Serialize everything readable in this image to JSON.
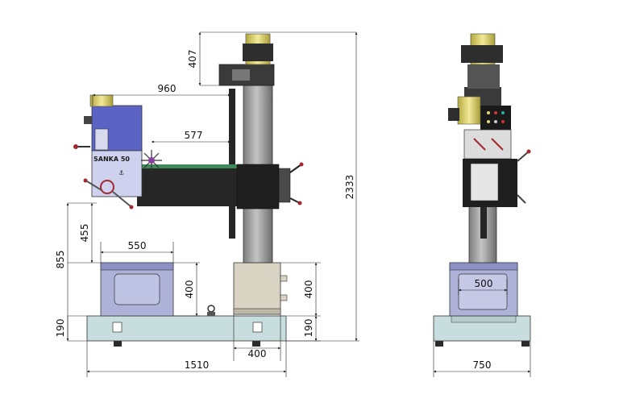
{
  "brand": {
    "label": "SANKA 50"
  },
  "dimensions": {
    "head_to_top": "407",
    "arm_reach_max": "960",
    "arm_reach_min": "577",
    "overall_height": "2333",
    "spindle_to_table": "455",
    "table_top_height": "855",
    "table_length": "550",
    "table_height": "400",
    "base_height_left": "190",
    "base_height_right": "190",
    "column_box_height": "400",
    "column_box_width": "400",
    "base_length": "1510",
    "side_table_width": "500",
    "side_base_width": "750"
  },
  "colors": {
    "base": "#c8dddd",
    "table": "#aeb2d8",
    "head": "#5b63c4",
    "head_light": "#cfd2ee",
    "motor": "#e2d977",
    "column": "#9c9c9c",
    "column_box": "#d8d3c2",
    "arm": "#262626",
    "handle": "#a3292e",
    "panel": "#1a1a1a"
  },
  "icons": {
    "lifting_eye": "lifting-eye-icon",
    "foot": "leveling-foot-icon"
  }
}
